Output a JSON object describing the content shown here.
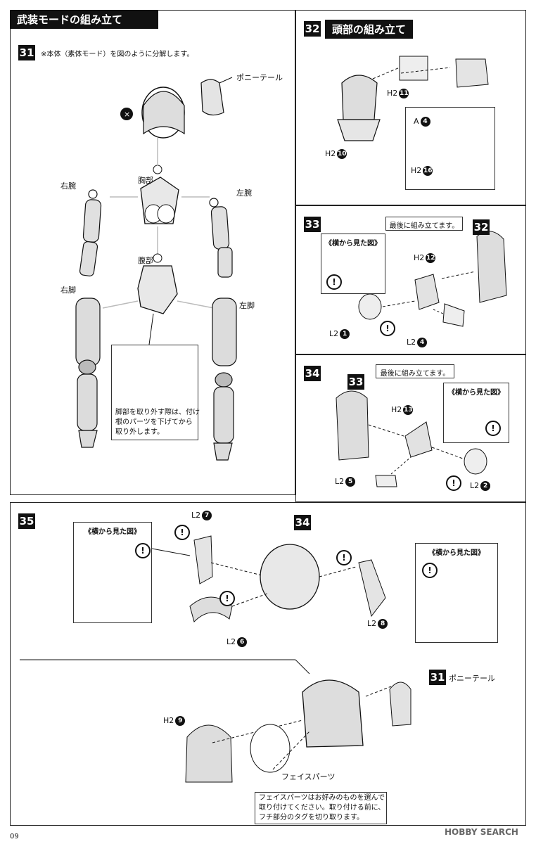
{
  "section_title": "武装モードの組み立て",
  "page_number": "09",
  "watermark": "HOBBY SEARCH",
  "steps": {
    "s31": {
      "number": "31",
      "instruction": "※本体（素体モード）を図のように分解します。",
      "labels": {
        "ponytail": "ポニーテール",
        "chest": "胸部",
        "right_arm": "右腕",
        "left_arm": "左腕",
        "abdomen": "腹部",
        "right_leg": "右脚",
        "left_leg": "左脚"
      },
      "note_lines": [
        "脚部を取り外す際は、付け",
        "根のパーツを下げてから",
        "取り外します。"
      ]
    },
    "s32": {
      "number": "32",
      "title": "頭部の組み立て",
      "parts": [
        {
          "runner": "H2",
          "num": "11"
        },
        {
          "runner": "H2",
          "num": "10"
        },
        {
          "runner": "A",
          "num": "4"
        },
        {
          "runner": "H2",
          "num": "16"
        }
      ]
    },
    "s33": {
      "number": "33",
      "side_view": "《横から見た図》",
      "last_note": "最後に組み立てます。",
      "ref_step": "32",
      "parts": [
        {
          "runner": "H2",
          "num": "12"
        },
        {
          "runner": "L2",
          "num": "1"
        },
        {
          "runner": "L2",
          "num": "4"
        }
      ]
    },
    "s34": {
      "number": "34",
      "side_view": "《横から見た図》",
      "last_note": "最後に組み立てます。",
      "ref_step": "33",
      "parts": [
        {
          "runner": "H2",
          "num": "13"
        },
        {
          "runner": "L2",
          "num": "5"
        },
        {
          "runner": "L2",
          "num": "2"
        }
      ]
    },
    "s35": {
      "number": "35",
      "side_view_left": "《横から見た図》",
      "side_view_right": "《横から見た図》",
      "ref_step": "34",
      "ref_step_ponytail": "31",
      "ponytail": "ポニーテール",
      "face_parts": "フェイスパーツ",
      "parts": [
        {
          "runner": "L2",
          "num": "7"
        },
        {
          "runner": "L2",
          "num": "6"
        },
        {
          "runner": "L2",
          "num": "8"
        },
        {
          "runner": "H2",
          "num": "9"
        }
      ],
      "note_lines": [
        "フェイスパーツはお好みのものを選んで",
        "取り付けてください。取り付ける前に、",
        "フチ部分のタグを切り取ります。"
      ]
    }
  }
}
